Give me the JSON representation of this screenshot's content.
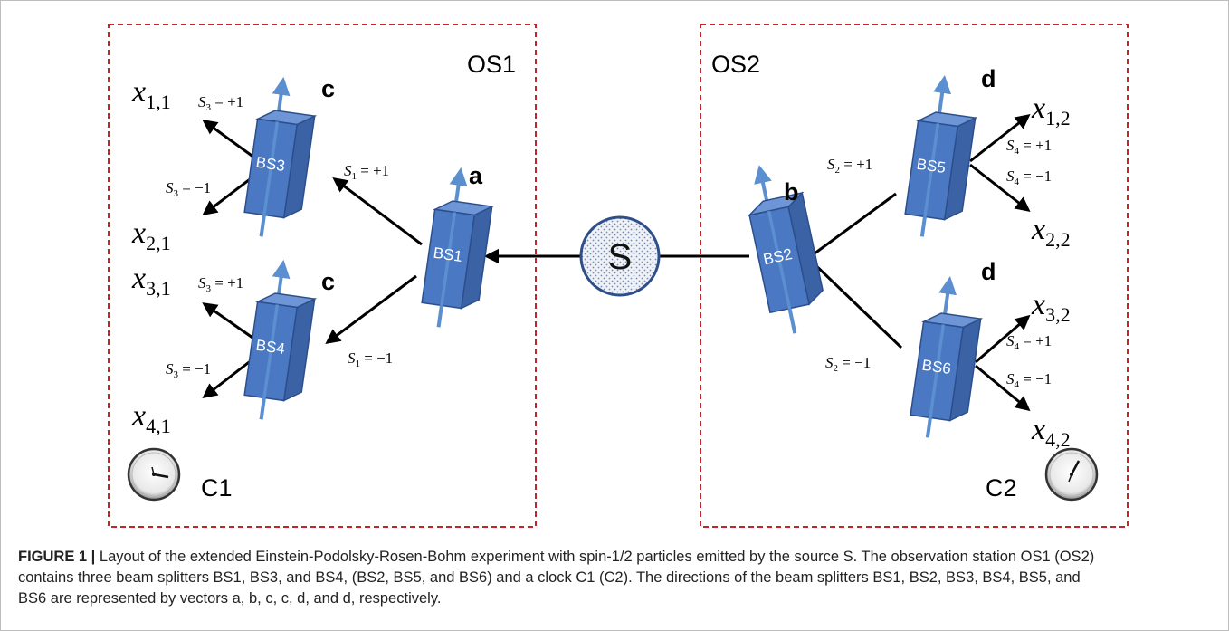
{
  "stations": [
    {
      "label": "OS1",
      "clock_label": "C1"
    },
    {
      "label": "OS2",
      "clock_label": "C2"
    }
  ],
  "source": {
    "label": "S"
  },
  "splitters": [
    {
      "label": "BS1",
      "direction": "a"
    },
    {
      "label": "BS2",
      "direction": "b"
    },
    {
      "label": "BS3",
      "direction": "c"
    },
    {
      "label": "BS4",
      "direction": "c"
    },
    {
      "label": "BS5",
      "direction": "d"
    },
    {
      "label": "BS6",
      "direction": "d"
    }
  ],
  "spin_labels": {
    "s1_plus": "+1",
    "s1_minus": "−1",
    "s2_plus": "+1",
    "s2_minus": "−1",
    "s3_plus_top": "+1",
    "s3_minus_top": "−1",
    "s3_plus_bot": "+1",
    "s3_minus_bot": "−1",
    "s4_plus_top": "+1",
    "s4_minus_top": "−1",
    "s4_plus_bot": "+1",
    "s4_minus_bot": "−1"
  },
  "outputs": {
    "x11": "1,1",
    "x21": "2,1",
    "x31": "3,1",
    "x41": "4,1",
    "x12": "1,2",
    "x22": "2,2",
    "x32": "3,2",
    "x42": "4,2"
  },
  "caption": {
    "label": "FIGURE 1 |",
    "lines": [
      "Layout of the extended Einstein-Podolsky-Rosen-Bohm experiment with spin-1/2 particles emitted by the source S. The observation station OS1 (OS2)",
      "contains three beam splitters BS1, BS3, and BS4, (BS2, BS5, and BS6) and a clock C1 (C2). The directions of the beam splitters BS1, BS2, BS3, BS4, BS5, and",
      "BS6 are represented by vectors a, b, c, c, d, and d, respectively."
    ]
  },
  "colors": {
    "station_border": "#c0272d",
    "splitter_front": "#4a78c2",
    "splitter_side": "#3a62a4",
    "splitter_top": "#6e95d6",
    "axis_arrow": "#5b8fd0",
    "source_fill": "#e6ecf5",
    "source_stroke": "#2f4f8a"
  }
}
